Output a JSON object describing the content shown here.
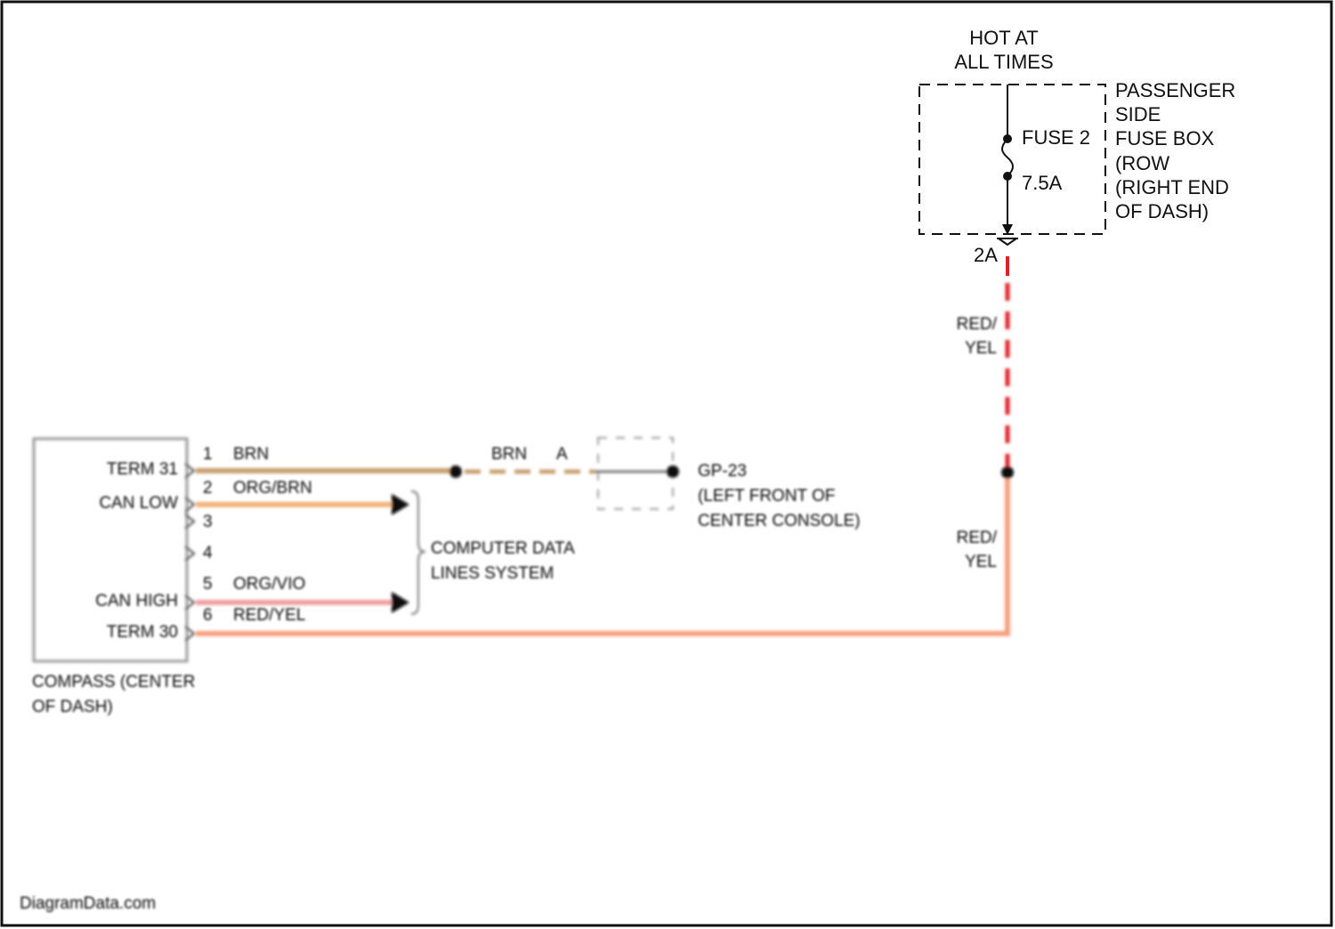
{
  "power_source": {
    "line1": "HOT AT",
    "line2": "ALL TIMES"
  },
  "fuse_box": {
    "lines": [
      "PASSENGER",
      "SIDE",
      "FUSE BOX",
      "(ROW",
      "(RIGHT END",
      "OF DASH)"
    ],
    "fuse_name": "FUSE 2",
    "fuse_rating": "7.5A",
    "connector": "2A"
  },
  "vertical_wire": {
    "label_top": {
      "line1": "RED/",
      "line2": "YEL"
    },
    "label_bottom": {
      "line1": "RED/",
      "line2": "YEL"
    }
  },
  "compass": {
    "pins": [
      {
        "number": "1",
        "name": "TERM 31",
        "wire": "BRN"
      },
      {
        "number": "2",
        "name": "CAN LOW",
        "wire": "ORG/BRN"
      },
      {
        "number": "3",
        "name": "",
        "wire": ""
      },
      {
        "number": "4",
        "name": "",
        "wire": ""
      },
      {
        "number": "5",
        "name": "CAN HIGH",
        "wire": "ORG/VIO"
      },
      {
        "number": "6",
        "name": "TERM 30",
        "wire": "RED/YEL"
      }
    ],
    "caption": {
      "line1": "COMPASS (CENTER",
      "line2": "OF DASH)"
    }
  },
  "ground": {
    "wire_label": "BRN",
    "connector": "A",
    "name": "GP-23",
    "line2": "(LEFT FRONT OF",
    "line3": "CENTER CONSOLE)"
  },
  "data_lines": {
    "line1": "COMPUTER DATA",
    "line2": "LINES SYSTEM"
  },
  "watermark": "DiagramData.com",
  "colors": {
    "brown": "#c8a070",
    "orange": "#f2b27a",
    "pink": "#f0a0a0",
    "red_yellow": "#f7a07f",
    "red": "#e0202a"
  }
}
